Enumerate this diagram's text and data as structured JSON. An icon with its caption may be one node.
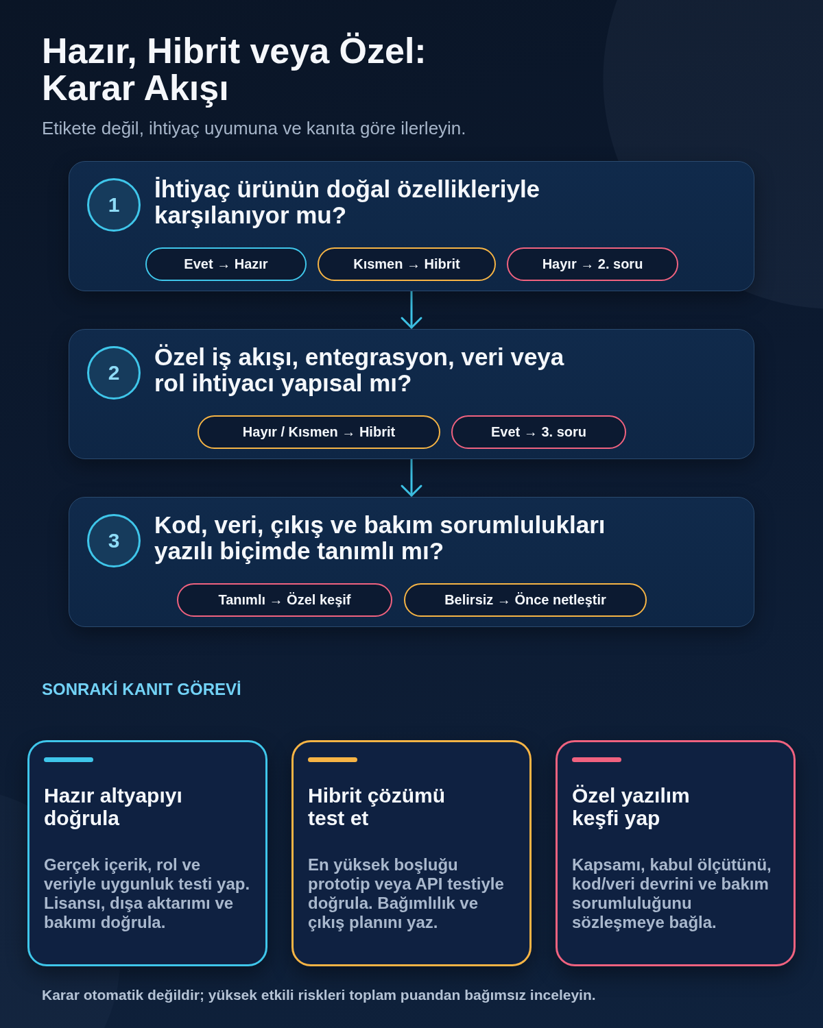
{
  "diagram": {
    "title": "Hazır, Hibrit veya Özel: Karar Akışı",
    "caption": "Karar otomatik değildir; yüksek etkili riskleri toplam puandan bağımsız inceleyin.",
    "nodes": [
      {
        "text": [
          "İhtiyaç ürünün doğal özellikleriyle karşılanıyor mu?"
        ]
      },
      {
        "text": [
          "1"
        ],
        "in": 0
      },
      {
        "text": [
          "Evet → Hazır"
        ],
        "in": 0
      },
      {
        "text": [
          "Kısmen → Hibrit"
        ],
        "in": 0
      },
      {
        "text": [
          "Hayır → 2. soru"
        ],
        "in": 0
      },
      {
        "text": [
          "Özel iş akışı, entegrasyon, veri veya rol ihtiyacı yapısal mı?"
        ]
      },
      {
        "text": [
          "2"
        ],
        "in": 5
      },
      {
        "text": [
          "Hayır / Kısmen → Hibrit"
        ],
        "in": 5
      },
      {
        "text": [
          "Evet → 3. soru"
        ],
        "in": 5
      },
      {
        "text": [
          "Kod, veri, çıkış ve bakım sorumlulukları yazılı biçimde tanımlı mı?"
        ]
      },
      {
        "text": [
          "3"
        ],
        "in": 9
      },
      {
        "text": [
          "Tanımlı → Özel keşif"
        ],
        "in": 9
      },
      {
        "text": [
          "Belirsiz → Önce netleştir"
        ],
        "in": 9
      },
      {
        "text": [
          "Hazır altyapıyı doğrula",
          "Gerçek içerik, rol ve veriyle uygunluk testi yap. Lisansı, dışa aktarımı ve bakımı doğrula."
        ]
      },
      {
        "text": [
          "Hibrit çözümü test et",
          "En yüksek boşluğu prototip veya API testiyle doğrula. Bağımlılık ve çıkış planını yaz."
        ]
      },
      {
        "text": [
          "Özel yazılım keşfi yap",
          "Kapsamı, kabul ölçütünü, kod/veri devrini ve bakım sorumluluğunu sözleşmeye bağla."
        ]
      }
    ],
    "edges": [
      {
        "from": 0,
        "to": 5,
        "arrow": "to"
      },
      {
        "from": 5,
        "to": 9,
        "arrow": "to"
      }
    ],
    "labels": [
      "Etikete değil, ihtiyaç uyumuna ve kanıta göre ilerleyin.",
      "SONRAKİ KANIT GÖREVİ"
    ]
  }
}
